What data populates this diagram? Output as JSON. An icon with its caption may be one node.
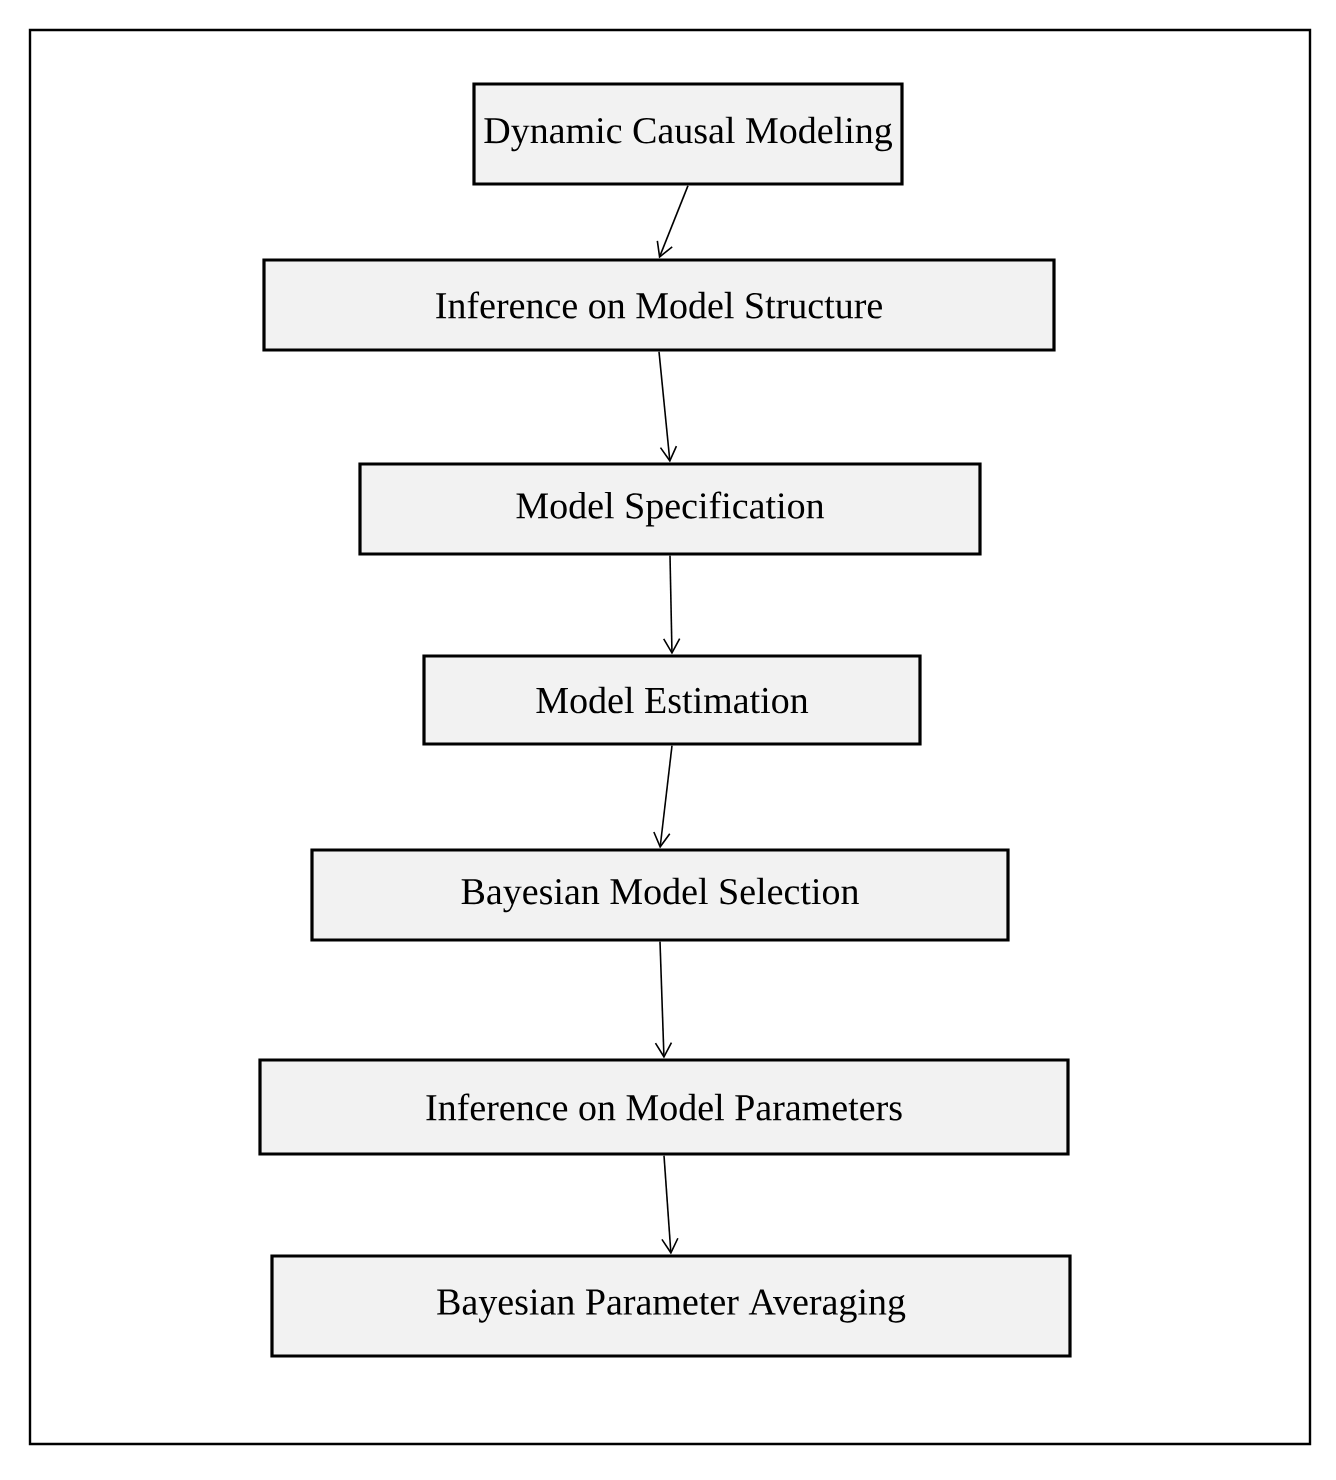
{
  "diagram": {
    "nodes": [
      {
        "text": [
          "Dynamic Causal Modeling"
        ]
      },
      {
        "text": [
          "Inference on Model Structure"
        ]
      },
      {
        "text": [
          "Model Specification"
        ]
      },
      {
        "text": [
          "Model Estimation"
        ]
      },
      {
        "text": [
          "Bayesian Model Selection"
        ]
      },
      {
        "text": [
          "Inference on Model Parameters"
        ]
      },
      {
        "text": [
          "Bayesian Parameter Averaging"
        ]
      }
    ],
    "edges": [
      {
        "from": 0,
        "to": 1,
        "arrow": "to"
      },
      {
        "from": 1,
        "to": 2,
        "arrow": "to"
      },
      {
        "from": 2,
        "to": 3,
        "arrow": "to"
      },
      {
        "from": 3,
        "to": 4,
        "arrow": "to"
      },
      {
        "from": 4,
        "to": 5,
        "arrow": "to"
      },
      {
        "from": 5,
        "to": 6,
        "arrow": "to"
      }
    ]
  }
}
